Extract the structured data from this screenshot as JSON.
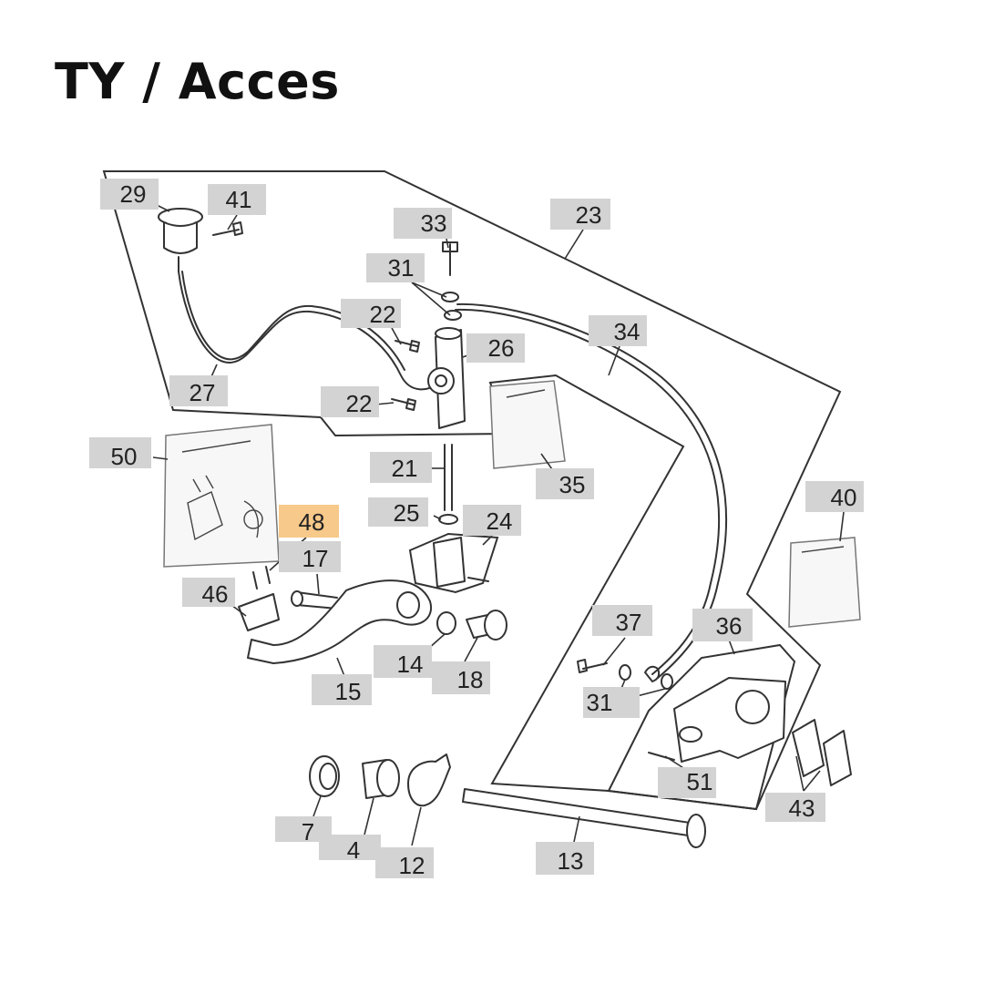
{
  "title": "TY / Acces",
  "colors": {
    "label_bg": "#d3d3d3",
    "highlight_bg": "#f7c98a",
    "line": "#333333"
  },
  "highlighted_part": "48",
  "labels": [
    {
      "id": "29",
      "text": "29"
    },
    {
      "id": "41",
      "text": "41"
    },
    {
      "id": "33",
      "text": "33"
    },
    {
      "id": "23",
      "text": "23"
    },
    {
      "id": "31a",
      "text": "31"
    },
    {
      "id": "22a",
      "text": "22"
    },
    {
      "id": "26",
      "text": "26"
    },
    {
      "id": "34",
      "text": "34"
    },
    {
      "id": "27",
      "text": "27"
    },
    {
      "id": "22b",
      "text": "22"
    },
    {
      "id": "50",
      "text": "50"
    },
    {
      "id": "21",
      "text": "21"
    },
    {
      "id": "35",
      "text": "35"
    },
    {
      "id": "40",
      "text": "40"
    },
    {
      "id": "48",
      "text": "48"
    },
    {
      "id": "25",
      "text": "25"
    },
    {
      "id": "24",
      "text": "24"
    },
    {
      "id": "17",
      "text": "17"
    },
    {
      "id": "46",
      "text": "46"
    },
    {
      "id": "37",
      "text": "37"
    },
    {
      "id": "36",
      "text": "36"
    },
    {
      "id": "14",
      "text": "14"
    },
    {
      "id": "18",
      "text": "18"
    },
    {
      "id": "15",
      "text": "15"
    },
    {
      "id": "31b",
      "text": "31"
    },
    {
      "id": "51",
      "text": "51"
    },
    {
      "id": "43",
      "text": "43"
    },
    {
      "id": "7",
      "text": "7"
    },
    {
      "id": "4",
      "text": "4"
    },
    {
      "id": "12",
      "text": "12"
    },
    {
      "id": "13",
      "text": "13"
    }
  ]
}
